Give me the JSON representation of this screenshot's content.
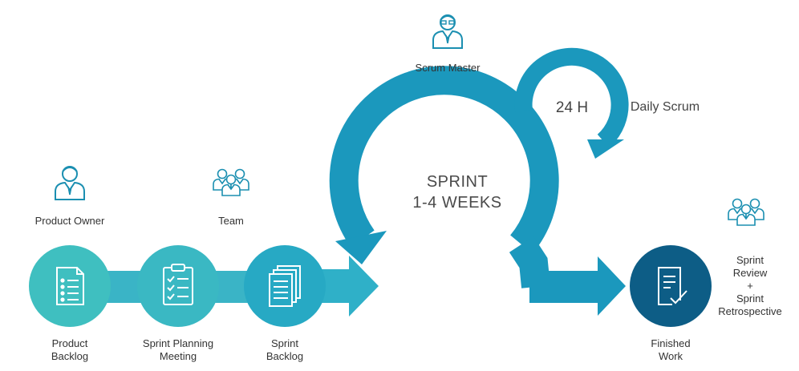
{
  "roles": {
    "scrum_master": "Scrum Master",
    "product_owner": "Product Owner",
    "team": "Team"
  },
  "steps": {
    "product_backlog": "Product\nBacklog",
    "sprint_planning": "Sprint Planning\nMeeting",
    "sprint_backlog": "Sprint\nBacklog",
    "finished_work": "Finished\nWork"
  },
  "sprint": {
    "line1": "SPRINT",
    "line2": "1-4 WEEKS"
  },
  "daily": {
    "duration": "24 H",
    "label": "Daily Scrum"
  },
  "review": "Sprint\nReview\n+\nSprint\nRetrospective",
  "icons": [
    "person-icon",
    "team-icon",
    "document-list-icon",
    "checklist-icon",
    "documents-stack-icon",
    "finished-work-icon"
  ],
  "colors": {
    "light_teal": "#3fbfc0",
    "mid_teal": "#27a9c4",
    "dark_blue": "#0d5d86",
    "arc_blue": "#1b98bd",
    "connector": "#3ab4c6",
    "icon_line": "#1b8fb1"
  }
}
